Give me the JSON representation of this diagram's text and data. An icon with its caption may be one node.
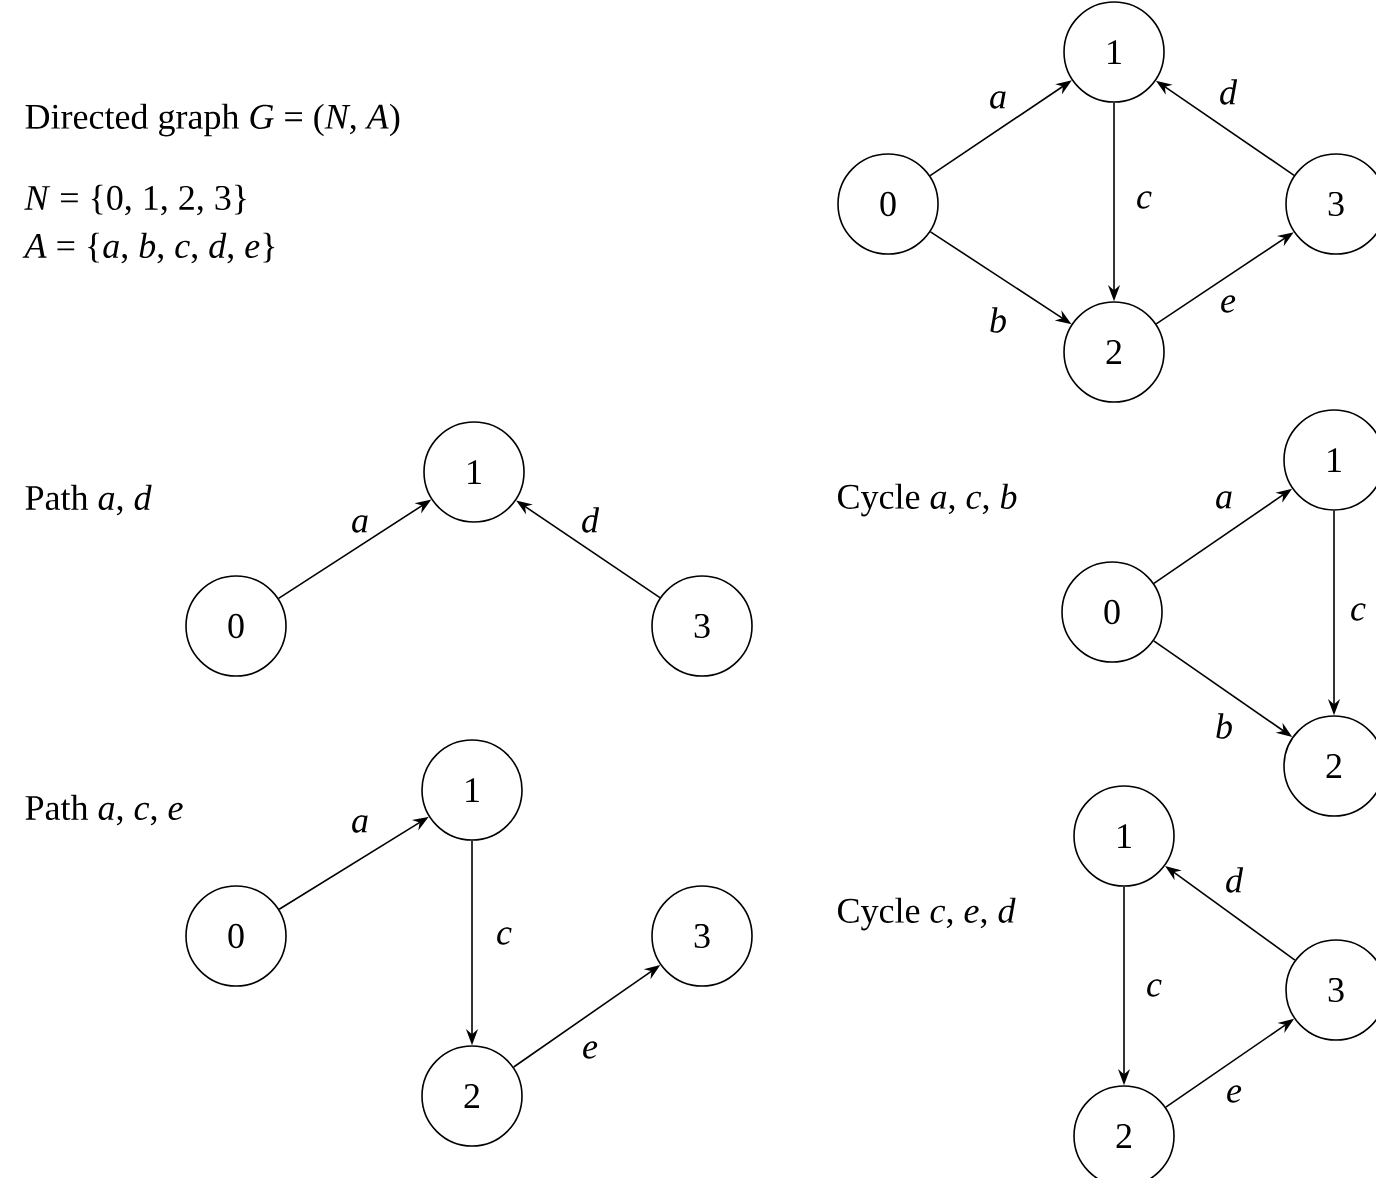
{
  "diagram": {
    "nodes": [
      {
        "text": [
          "0"
        ]
      },
      {
        "text": [
          "1"
        ]
      },
      {
        "text": [
          "2"
        ]
      },
      {
        "text": [
          "3"
        ]
      },
      {
        "text": [
          "0"
        ]
      },
      {
        "text": [
          "1"
        ]
      },
      {
        "text": [
          "3"
        ]
      },
      {
        "text": [
          "0"
        ]
      },
      {
        "text": [
          "1"
        ]
      },
      {
        "text": [
          "2"
        ]
      },
      {
        "text": [
          "0"
        ]
      },
      {
        "text": [
          "1"
        ]
      },
      {
        "text": [
          "2"
        ]
      },
      {
        "text": [
          "3"
        ]
      },
      {
        "text": [
          "1"
        ]
      },
      {
        "text": [
          "2"
        ]
      },
      {
        "text": [
          "3"
        ]
      }
    ],
    "edges": [
      {
        "from": 0,
        "to": 1,
        "arrow": "to",
        "label": "a"
      },
      {
        "from": 0,
        "to": 2,
        "arrow": "to",
        "label": "b"
      },
      {
        "from": 1,
        "to": 2,
        "arrow": "to",
        "label": "c"
      },
      {
        "from": 3,
        "to": 1,
        "arrow": "to",
        "label": "d"
      },
      {
        "from": 2,
        "to": 3,
        "arrow": "to",
        "label": "e"
      },
      {
        "from": 4,
        "to": 5,
        "arrow": "to",
        "label": "a"
      },
      {
        "from": 6,
        "to": 5,
        "arrow": "to",
        "label": "d"
      },
      {
        "from": 7,
        "to": 8,
        "arrow": "to",
        "label": "a"
      },
      {
        "from": 8,
        "to": 9,
        "arrow": "to",
        "label": "c"
      },
      {
        "from": 7,
        "to": 9,
        "arrow": "to",
        "label": "b"
      },
      {
        "from": 10,
        "to": 11,
        "arrow": "to",
        "label": "a"
      },
      {
        "from": 11,
        "to": 12,
        "arrow": "to",
        "label": "c"
      },
      {
        "from": 12,
        "to": 13,
        "arrow": "to",
        "label": "e"
      },
      {
        "from": 14,
        "to": 15,
        "arrow": "to",
        "label": "c"
      },
      {
        "from": 15,
        "to": 16,
        "arrow": "to",
        "label": "e"
      },
      {
        "from": 16,
        "to": 14,
        "arrow": "to",
        "label": "d"
      }
    ],
    "labels": [
      "Directed graph *G* = (*N*, *A*)",
      "*N* = {0, 1, 2, 3}",
      "*A* = {*a*, *b*, *c*, *d*, *e*}",
      "Path *a*, *d*",
      "Cycle *a*, *c*, *b*",
      "Path *a*, *c*, *e*",
      "Cycle *c*, *e*, *d*"
    ]
  }
}
